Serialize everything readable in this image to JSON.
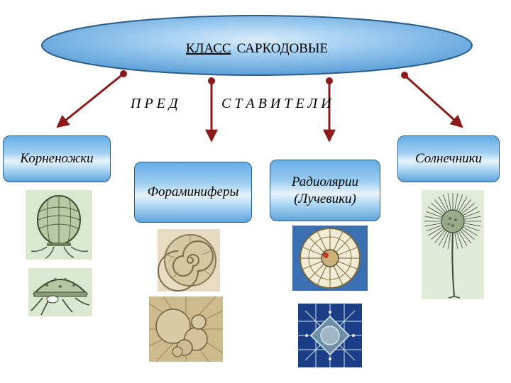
{
  "title": {
    "part1": "КЛАСС",
    "part2": "САРКОДОВЫЕ"
  },
  "subtitle": {
    "left": "П Р Е Д",
    "right": "С Т А В И Т Е Л И"
  },
  "groups": {
    "rhizopoda": "Корненожки",
    "foraminifera": "Фораминиферы",
    "radiolaria_line1": "Радиолярии",
    "radiolaria_line2": "(Лучевики)",
    "heliozoa": "Солнечники"
  },
  "colors": {
    "arrow": "#8b1a1a",
    "ellipse_fill": "#7fb6e8",
    "ellipse_stroke": "#2a5d86"
  }
}
